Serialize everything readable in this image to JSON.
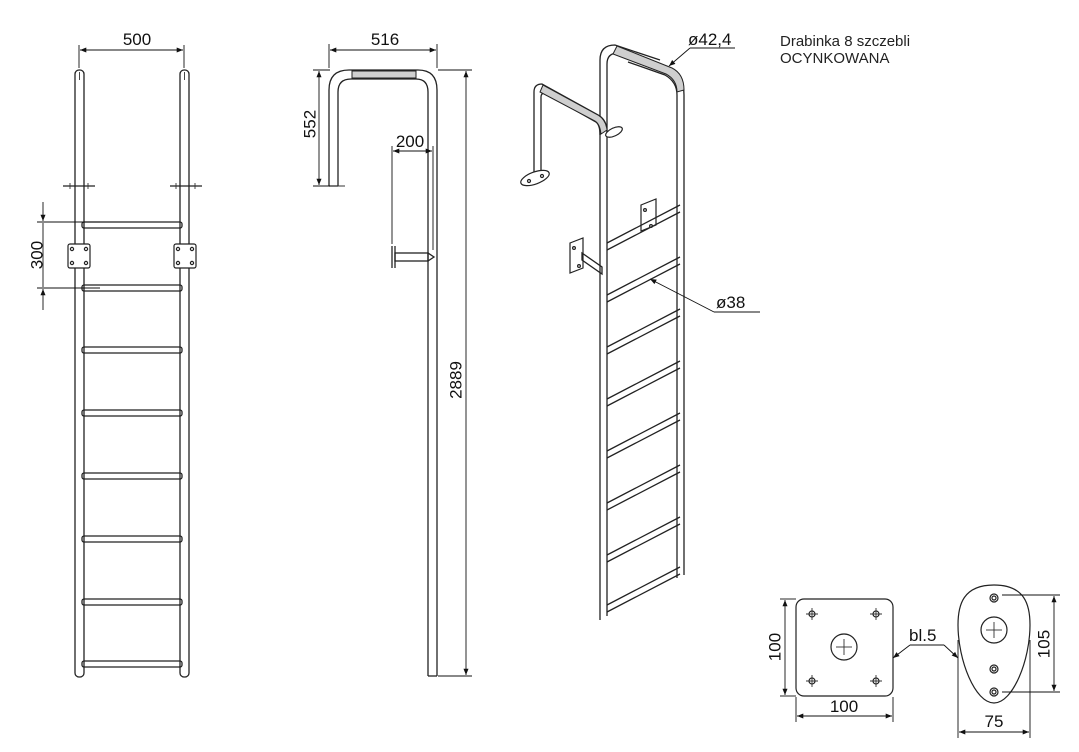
{
  "title": {
    "line1": "Drabinka 8 szczebli",
    "line2": "OCYNKOWANA"
  },
  "front_view": {
    "width_dim": "500",
    "rung_spacing_dim": "300",
    "rung_count": 8
  },
  "side_view": {
    "top_width_dim": "516",
    "top_height_dim": "552",
    "bracket_depth_dim": "200",
    "total_height_dim": "2889"
  },
  "iso_view": {
    "rail_diameter_dim": "ø42,4",
    "rung_diameter_dim": "ø38"
  },
  "plate_square": {
    "width_dim": "100",
    "height_dim": "100",
    "thickness_dim": "bl.5"
  },
  "plate_oval": {
    "width_dim": "75",
    "height_dim": "105"
  }
}
